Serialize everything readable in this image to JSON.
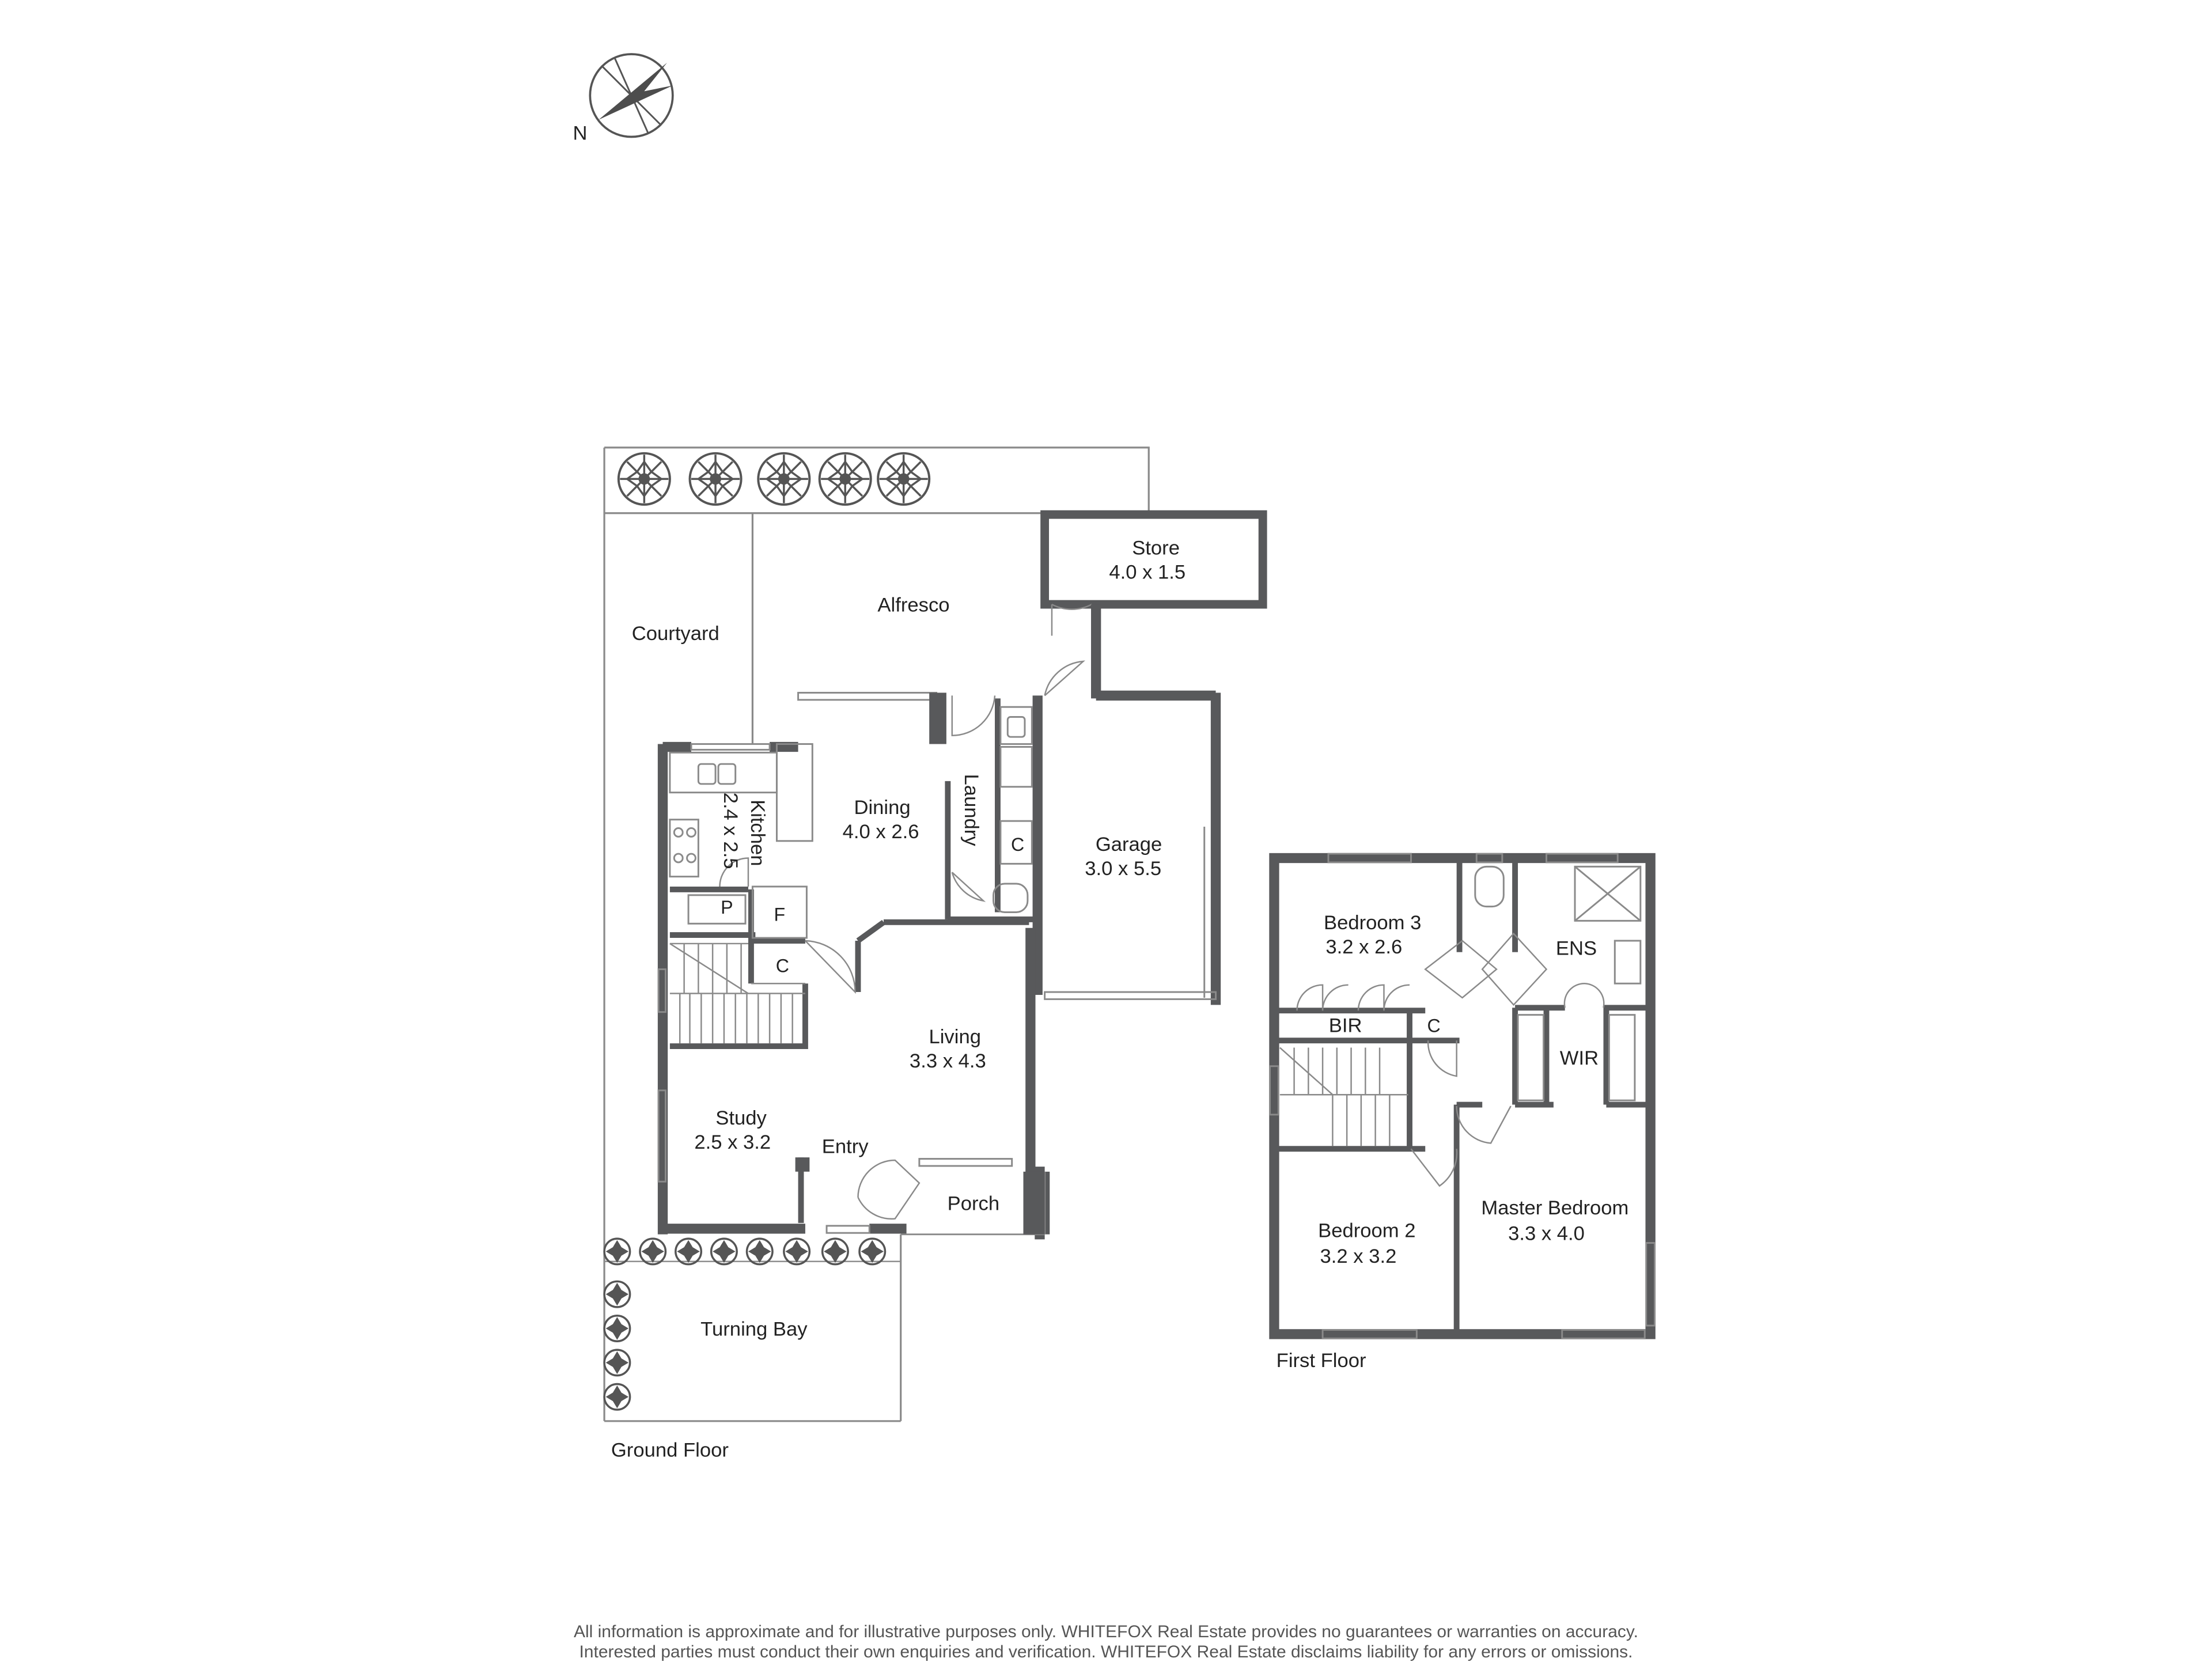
{
  "compass": {
    "label": "N"
  },
  "ground_floor": {
    "title": "Ground Floor",
    "rooms": [
      {
        "name": "Store",
        "dims": "4.0 x 1.5"
      },
      {
        "name": "Alfresco",
        "dims": ""
      },
      {
        "name": "Courtyard",
        "dims": ""
      },
      {
        "name": "Kitchen",
        "dims": "2.4 x 2.5"
      },
      {
        "name": "Dining",
        "dims": "4.0 x 2.6"
      },
      {
        "name": "Laundry",
        "dims": ""
      },
      {
        "name": "Garage",
        "dims": "3.0 x 5.5"
      },
      {
        "name": "Living",
        "dims": "3.3 x 4.3"
      },
      {
        "name": "Study",
        "dims": "2.5 x 3.2"
      },
      {
        "name": "Entry",
        "dims": ""
      },
      {
        "name": "Porch",
        "dims": ""
      },
      {
        "name": "Turning Bay",
        "dims": ""
      }
    ],
    "small_labels": [
      "P",
      "F",
      "C",
      "C"
    ]
  },
  "first_floor": {
    "title": "First Floor",
    "rooms": [
      {
        "name": "Bedroom 3",
        "dims": "3.2 x 2.6"
      },
      {
        "name": "ENS",
        "dims": ""
      },
      {
        "name": "BIR",
        "dims": ""
      },
      {
        "name": "WIR",
        "dims": ""
      },
      {
        "name": "Bedroom 2",
        "dims": "3.2 x 3.2"
      },
      {
        "name": "Master Bedroom",
        "dims": "3.3 x 4.0"
      }
    ],
    "small_labels": [
      "C"
    ]
  },
  "disclaimer": {
    "line1": "All information is approximate and for illustrative purposes only. WHITEFOX Real Estate provides no guarantees or warranties on accuracy.",
    "line2": "Interested parties must conduct their own enquiries and verification. WHITEFOX Real Estate disclaims liability for any errors or omissions."
  },
  "colors": {
    "wall": "#58595b",
    "thin_line": "#8a8a8a",
    "text": "#222222",
    "tree": "#555555"
  }
}
